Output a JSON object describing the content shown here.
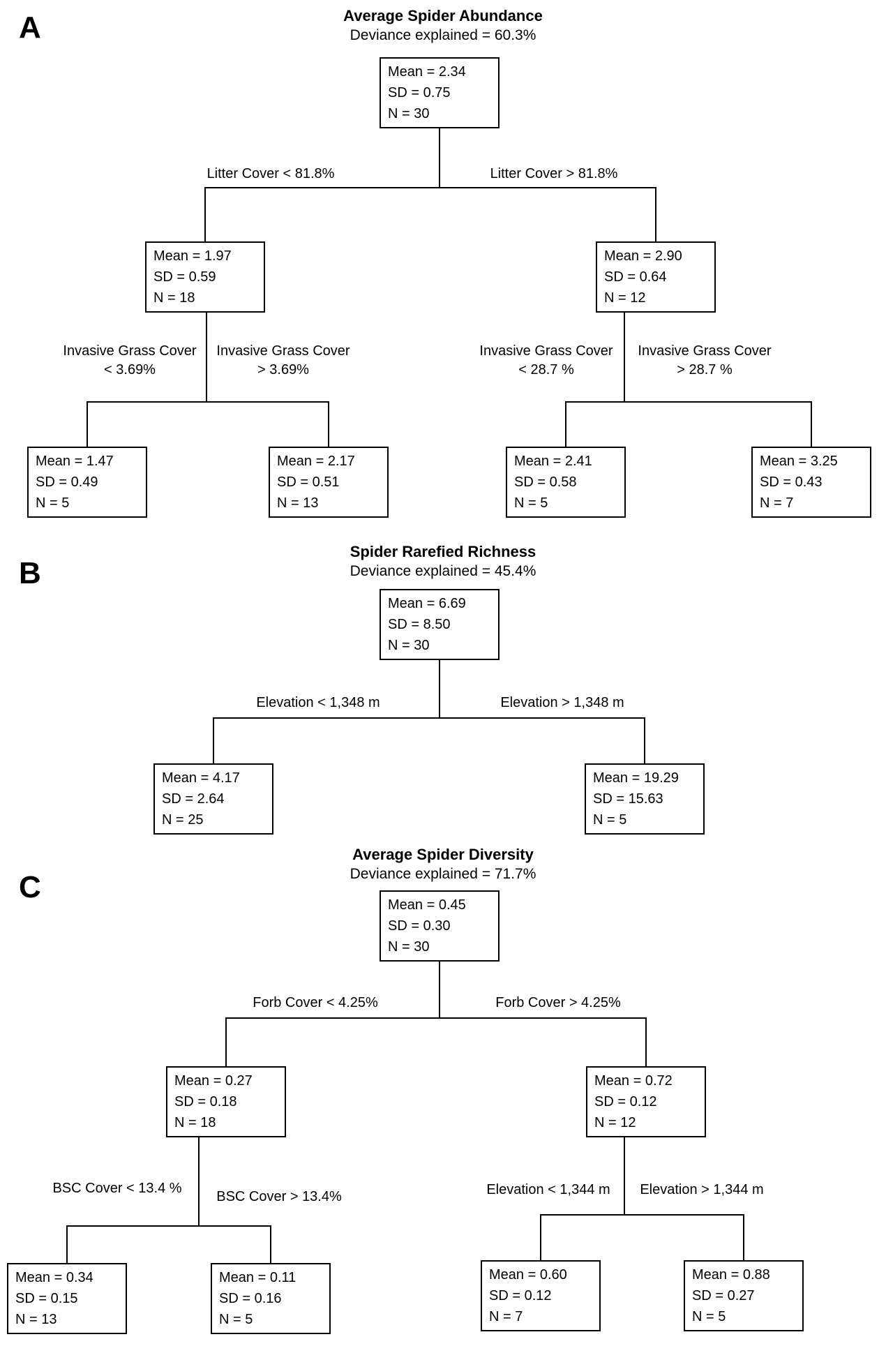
{
  "colors": {
    "ink": "#000000",
    "background": "#ffffff"
  },
  "panelA": {
    "letter": "A",
    "title": "Average Spider Abundance",
    "subtitle": "Deviance explained = 60.3%",
    "splits": {
      "level1_left": "Litter Cover < 81.8%",
      "level1_right": "Litter Cover > 81.8%",
      "level2_ll": [
        "Invasive Grass Cover",
        "< 3.69%"
      ],
      "level2_lr": [
        "Invasive Grass Cover",
        "> 3.69%"
      ],
      "level2_rl": [
        "Invasive Grass Cover",
        "< 28.7 %"
      ],
      "level2_rr": [
        "Invasive Grass Cover",
        "> 28.7 %"
      ]
    },
    "nodes": {
      "root": {
        "mean": "Mean = 2.34",
        "sd": "SD = 0.75",
        "n": "N = 30"
      },
      "left": {
        "mean": "Mean = 1.97",
        "sd": "SD = 0.59",
        "n": "N = 18"
      },
      "right": {
        "mean": "Mean = 2.90",
        "sd": "SD = 0.64",
        "n": "N = 12"
      },
      "leaf_ll": {
        "mean": "Mean = 1.47",
        "sd": "SD = 0.49",
        "n": "N = 5"
      },
      "leaf_lr": {
        "mean": "Mean = 2.17",
        "sd": "SD = 0.51",
        "n": "N = 13"
      },
      "leaf_rl": {
        "mean": "Mean = 2.41",
        "sd": "SD = 0.58",
        "n": "N = 5"
      },
      "leaf_rr": {
        "mean": "Mean = 3.25",
        "sd": "SD = 0.43",
        "n": "N = 7"
      }
    }
  },
  "panelB": {
    "letter": "B",
    "title": "Spider Rarefied Richness",
    "subtitle": "Deviance explained = 45.4%",
    "splits": {
      "level1_left": "Elevation < 1,348 m",
      "level1_right": "Elevation > 1,348 m"
    },
    "nodes": {
      "root": {
        "mean": "Mean = 6.69",
        "sd": "SD = 8.50",
        "n": "N = 30"
      },
      "left": {
        "mean": "Mean = 4.17",
        "sd": "SD = 2.64",
        "n": "N = 25"
      },
      "right": {
        "mean": "Mean = 19.29",
        "sd": "SD = 15.63",
        "n": "N = 5"
      }
    }
  },
  "panelC": {
    "letter": "C",
    "title": "Average Spider Diversity",
    "subtitle": "Deviance explained = 71.7%",
    "splits": {
      "level1_left": "Forb Cover < 4.25%",
      "level1_right": "Forb Cover > 4.25%",
      "level2_ll": "BSC Cover < 13.4 %",
      "level2_lr": "BSC Cover > 13.4%",
      "level2_rl": "Elevation < 1,344 m",
      "level2_rr": "Elevation > 1,344 m"
    },
    "nodes": {
      "root": {
        "mean": "Mean = 0.45",
        "sd": "SD = 0.30",
        "n": "N = 30"
      },
      "left": {
        "mean": "Mean = 0.27",
        "sd": "SD = 0.18",
        "n": "N = 18"
      },
      "right": {
        "mean": "Mean = 0.72",
        "sd": "SD = 0.12",
        "n": "N = 12"
      },
      "leaf_ll": {
        "mean": "Mean = 0.34",
        "sd": "SD = 0.15",
        "n": "N = 13"
      },
      "leaf_lr": {
        "mean": "Mean = 0.11",
        "sd": "SD = 0.16",
        "n": "N = 5"
      },
      "leaf_rl": {
        "mean": "Mean = 0.60",
        "sd": "SD = 0.12",
        "n": "N = 7"
      },
      "leaf_rr": {
        "mean": "Mean = 0.88",
        "sd": "SD = 0.27",
        "n": "N = 5"
      }
    }
  }
}
